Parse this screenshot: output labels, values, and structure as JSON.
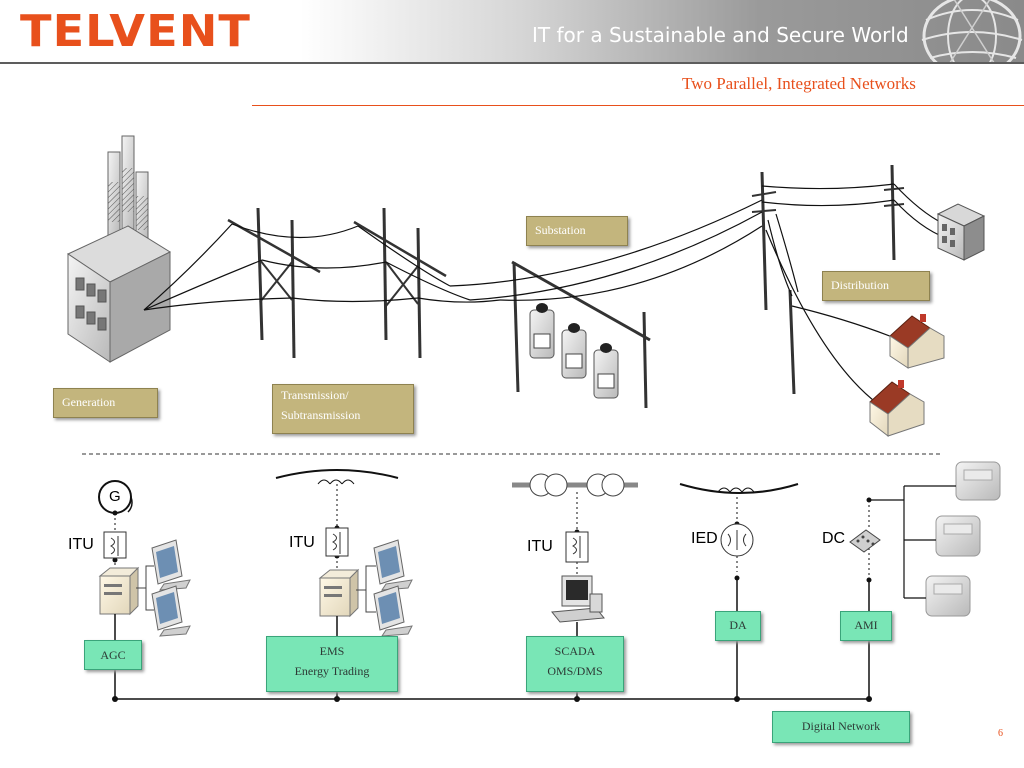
{
  "header": {
    "logo": "TELVENT",
    "tagline": "IT for a Sustainable and Secure World"
  },
  "slide": {
    "title": "Two Parallel, Integrated Networks",
    "page_number": "6"
  },
  "power_network": {
    "generation": "Generation",
    "transmission_line1": "Transmission/",
    "transmission_line2": "Subtransmission",
    "substation": "Substation",
    "distribution": "Distribution"
  },
  "digital_network": {
    "generator_symbol": "G",
    "itu_labels": [
      "ITU",
      "ITU",
      "ITU"
    ],
    "ied": "IED",
    "dc": "DC",
    "agc": "AGC",
    "ems_line1": "EMS",
    "ems_line2": "Energy Trading",
    "scada_line1": "SCADA",
    "scada_line2": "OMS/DMS",
    "da": "DA",
    "ami": "AMI",
    "digital_network": "Digital Network"
  },
  "colors": {
    "brand_orange": "#e8501c",
    "gold_tag": "#c3b57d",
    "green_tag": "#79e6b6"
  }
}
